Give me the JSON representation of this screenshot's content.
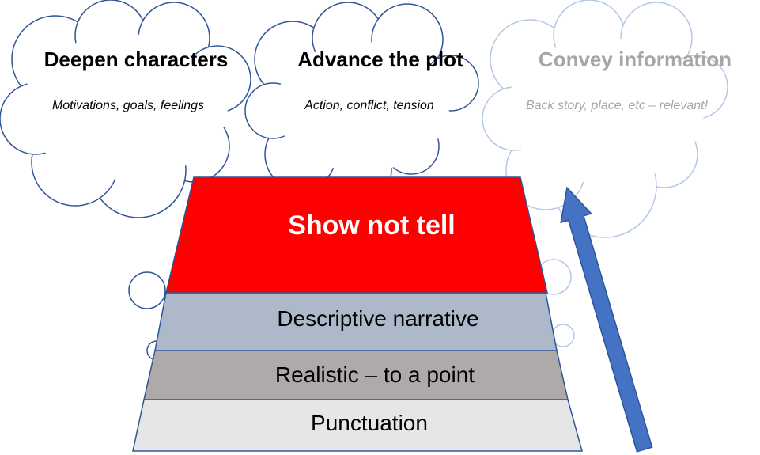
{
  "clouds": [
    {
      "title": "Deepen characters",
      "subtitle": "Motivations, goals, feelings"
    },
    {
      "title": "Advance the plot",
      "subtitle": "Action, conflict, tension"
    },
    {
      "title": "Convey information",
      "subtitle": "Back story, place, etc – relevant!"
    }
  ],
  "pyramid": {
    "top": "Show not tell",
    "level3": "Descriptive narrative",
    "level2": "Realistic – to a point",
    "level1": "Punctuation"
  },
  "colors": {
    "cloud_stroke": "#2F5597",
    "cloud_faded_stroke": "#B4C7E7",
    "faded_text": "#A6A6A6",
    "top_fill": "#FF0000",
    "level3_fill": "#ADB9CA",
    "level2_fill": "#AEAAAA",
    "level1_fill": "#E7E6E6",
    "arrow_fill": "#4472C4",
    "arrow_stroke": "#2F5597"
  }
}
